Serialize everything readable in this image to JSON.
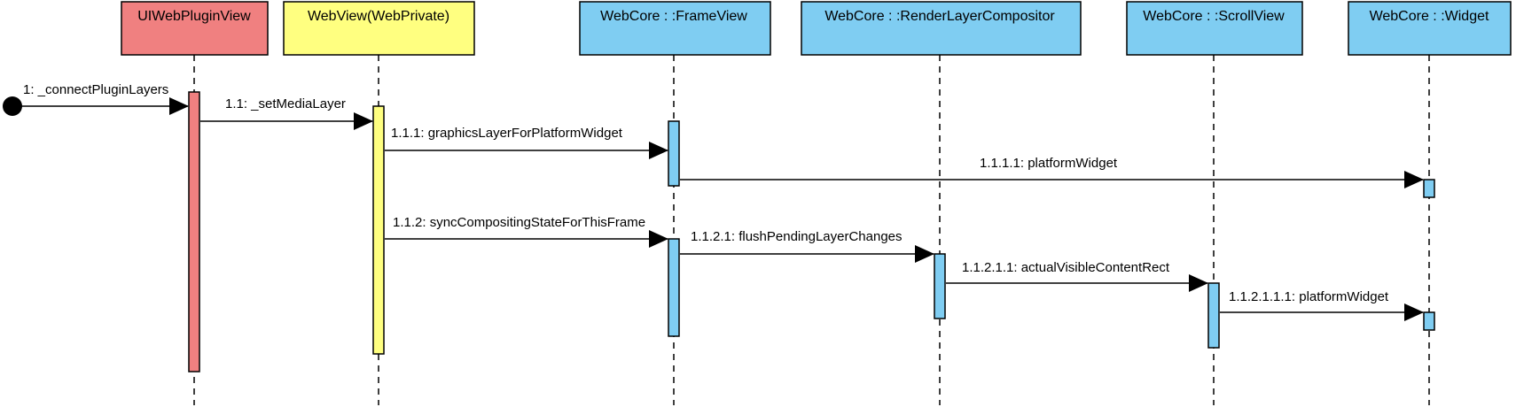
{
  "colors": {
    "red": "#f08080",
    "yellow": "#ffff80",
    "blue": "#7fcdf2",
    "line": "#000000"
  },
  "participants": [
    {
      "id": "p0",
      "name": "UIWebPluginView",
      "color": "red"
    },
    {
      "id": "p1",
      "name": "WebView(WebPrivate)",
      "color": "yellow"
    },
    {
      "id": "p2",
      "name": "WebCore : :FrameView",
      "color": "blue"
    },
    {
      "id": "p3",
      "name": "WebCore : :RenderLayerCompositor",
      "color": "blue"
    },
    {
      "id": "p4",
      "name": "WebCore : :ScrollView",
      "color": "blue"
    },
    {
      "id": "p5",
      "name": "WebCore : :Widget",
      "color": "blue"
    }
  ],
  "messages": [
    {
      "id": "m1",
      "label": "1: _connectPluginLayers",
      "from": "start",
      "to": "p0"
    },
    {
      "id": "m2",
      "label": "1.1: _setMediaLayer",
      "from": "p0",
      "to": "p1"
    },
    {
      "id": "m3",
      "label": "1.1.1: graphicsLayerForPlatformWidget",
      "from": "p1",
      "to": "p2"
    },
    {
      "id": "m4",
      "label": "1.1.1.1: platformWidget",
      "from": "p2",
      "to": "p5"
    },
    {
      "id": "m5",
      "label": "1.1.2: syncCompositingStateForThisFrame",
      "from": "p1",
      "to": "p2"
    },
    {
      "id": "m6",
      "label": "1.1.2.1: flushPendingLayerChanges",
      "from": "p2",
      "to": "p3"
    },
    {
      "id": "m7",
      "label": "1.1.2.1.1: actualVisibleContentRect",
      "from": "p3",
      "to": "p4"
    },
    {
      "id": "m8",
      "label": "1.1.2.1.1.1: platformWidget",
      "from": "p4",
      "to": "p5"
    }
  ]
}
